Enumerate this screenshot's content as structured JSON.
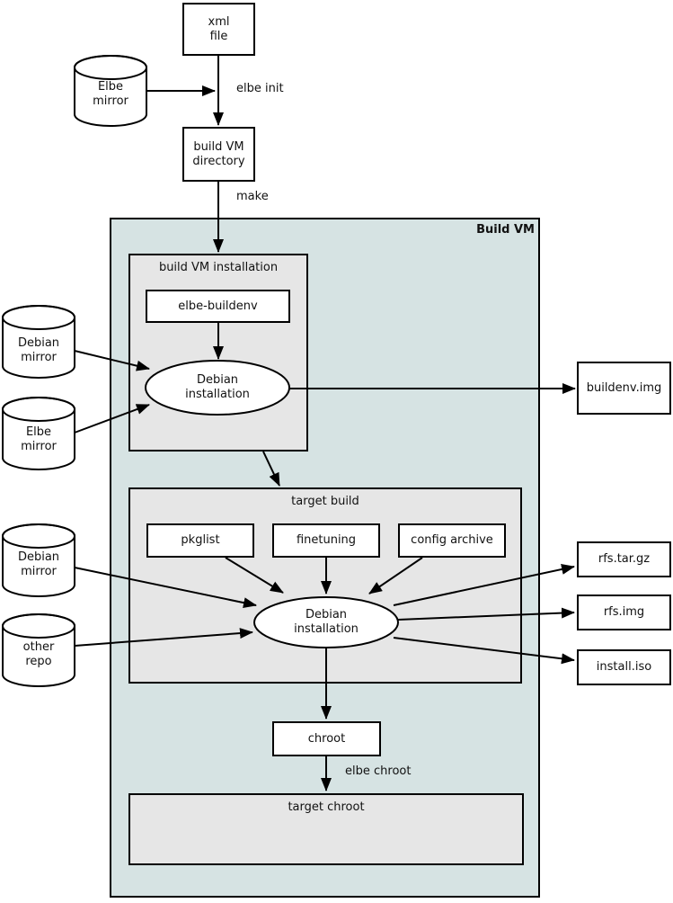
{
  "colors": {
    "vm_background": "#d6e3e3",
    "group_background": "#e6e6e6",
    "node_background": "#ffffff",
    "stroke": "#000000"
  },
  "vm": {
    "label": "Build VM"
  },
  "groups": {
    "build_vm_installation": "build VM installation",
    "target_build": "target build",
    "target_chroot": "target chroot"
  },
  "nodes": {
    "xml_file": {
      "line1": "xml",
      "line2": "file"
    },
    "elbe_mirror_top": {
      "line1": "Elbe",
      "line2": "mirror"
    },
    "build_vm_directory": {
      "line1": "build VM",
      "line2": "directory"
    },
    "elbe_buildenv": {
      "label": "elbe-buildenv"
    },
    "debian_installation_1": {
      "line1": "Debian",
      "line2": "installation"
    },
    "debian_mirror_1": {
      "line1": "Debian",
      "line2": "mirror"
    },
    "elbe_mirror_2": {
      "line1": "Elbe",
      "line2": "mirror"
    },
    "buildenv_img": {
      "label": "buildenv.img"
    },
    "pkglist": {
      "label": "pkglist"
    },
    "finetuning": {
      "label": "finetuning"
    },
    "config_archive": {
      "label": "config archive"
    },
    "debian_installation_2": {
      "line1": "Debian",
      "line2": "installation"
    },
    "debian_mirror_2": {
      "line1": "Debian",
      "line2": "mirror"
    },
    "other_repo": {
      "line1": "other",
      "line2": "repo"
    },
    "rfs_tar_gz": {
      "label": "rfs.tar.gz"
    },
    "rfs_img": {
      "label": "rfs.img"
    },
    "install_iso": {
      "label": "install.iso"
    },
    "chroot": {
      "label": "chroot"
    }
  },
  "edge_labels": {
    "elbe_init": "elbe init",
    "make": "make",
    "elbe_chroot": "elbe chroot"
  }
}
